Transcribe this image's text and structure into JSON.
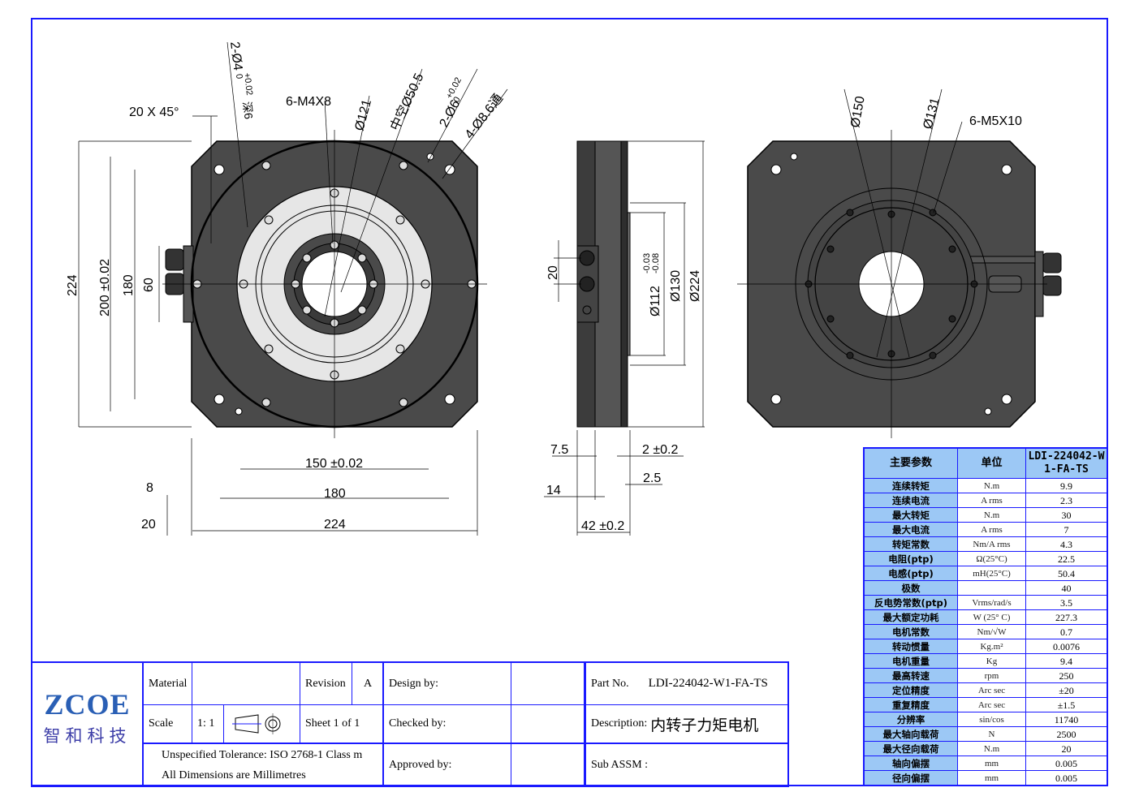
{
  "drawing": {
    "front_view": {
      "chamfer": "20 X 45°",
      "pin_holes": "2-Ø4",
      "pin_tol_upper": "+0.02",
      "pin_tol_lower": "0",
      "pin_depth": "深6",
      "threads": "6-M4X8",
      "dia_121": "Ø121",
      "bore": "中空Ø50.5",
      "dowel": "2-Ø6",
      "dowel_tol_upper": "+0.02",
      "dowel_tol_lower": "0",
      "through_holes": "4-Ø8.6通",
      "dim_224_v": "224",
      "dim_200_v": "200 ±0.02",
      "dim_180_v": "180",
      "dim_60_v": "60",
      "dim_150_h": "150 ±0.02",
      "dim_180_h": "180",
      "dim_224_h": "224",
      "dim_8": "8",
      "dim_20": "20"
    },
    "side_view": {
      "dim_20": "20",
      "dia_112": "Ø112",
      "dia_112_upper": "-0.03",
      "dia_112_lower": "-0.08",
      "dia_130": "Ø130",
      "dia_224": "Ø224",
      "dim_7_5": "7.5",
      "dim_2": "2 ±0.2",
      "dim_2_5": "2.5",
      "dim_14": "14",
      "dim_42": "42 ±0.2"
    },
    "rear_view": {
      "dia_150": "Ø150",
      "dia_131": "Ø131",
      "threads": "6-M5X10"
    }
  },
  "spec_table": {
    "headers": [
      "主要参数",
      "单位",
      "LDI-224042-W1-FA-TS"
    ],
    "rows": [
      [
        "连续转矩",
        "N.m",
        "9.9"
      ],
      [
        "连续电流",
        "A rms",
        "2.3"
      ],
      [
        "最大转矩",
        "N.m",
        "30"
      ],
      [
        "最大电流",
        "A rms",
        "7"
      ],
      [
        "转矩常数",
        "Nm/A rms",
        "4.3"
      ],
      [
        "电阻(ptp)",
        "Ω(25°C)",
        "22.5"
      ],
      [
        "电感(ptp)",
        "mH(25°C)",
        "50.4"
      ],
      [
        "极数",
        "",
        "40"
      ],
      [
        "反电势常数(ptp)",
        "Vrms/rad/s",
        "3.5"
      ],
      [
        "最大额定功耗",
        "W (25° C)",
        "227.3"
      ],
      [
        "电机常数",
        "Nm/√W",
        "0.7"
      ],
      [
        "转动惯量",
        "Kg.m²",
        "0.0076"
      ],
      [
        "电机重量",
        "Kg",
        "9.4"
      ],
      [
        "最高转速",
        "rpm",
        "250"
      ],
      [
        "定位精度",
        "Arc sec",
        "±20"
      ],
      [
        "重复精度",
        "Arc sec",
        "±1.5"
      ],
      [
        "分辨率",
        "sin/cos",
        "11740"
      ],
      [
        "最大轴向载荷",
        "N",
        "2500"
      ],
      [
        "最大径向载荷",
        "N.m",
        "20"
      ],
      [
        "轴向偏摆",
        "mm",
        "0.005"
      ],
      [
        "径向偏摆",
        "mm",
        "0.005"
      ]
    ]
  },
  "title_block": {
    "logo_en": "ZCOE",
    "logo_cn": "智和科技",
    "material_label": "Material",
    "material_value": "",
    "revision_label": "Revision",
    "revision_value": "A",
    "scale_label": "Scale",
    "scale_value": "1: 1",
    "sheet_label": "Sheet  1  of  1",
    "tolerance": "Unspecified Tolerance: ISO 2768-1 Class m",
    "units": "All Dimensions  are Millimetres",
    "design_by": "Design by:",
    "checked_by": "Checked by:",
    "approved_by": "Approved by:",
    "part_no_label": "Part No.",
    "part_no_value": "LDI-224042-W1-FA-TS",
    "description_label": "Description:",
    "description_value": "内转子力矩电机",
    "sub_assm_label": "Sub ASSM :"
  }
}
